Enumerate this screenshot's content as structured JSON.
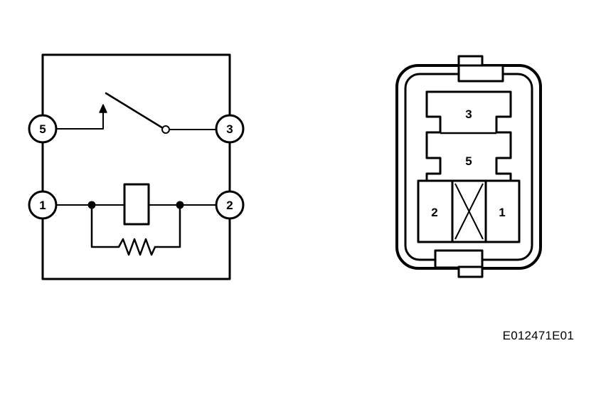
{
  "schematic": {
    "pins": {
      "p5": "5",
      "p3": "3",
      "p1": "1",
      "p2": "2"
    }
  },
  "connector": {
    "cavities": {
      "c3": "3",
      "c5": "5",
      "c2": "2",
      "c1": "1"
    }
  },
  "figure": {
    "reference_code": "E012471E01"
  }
}
